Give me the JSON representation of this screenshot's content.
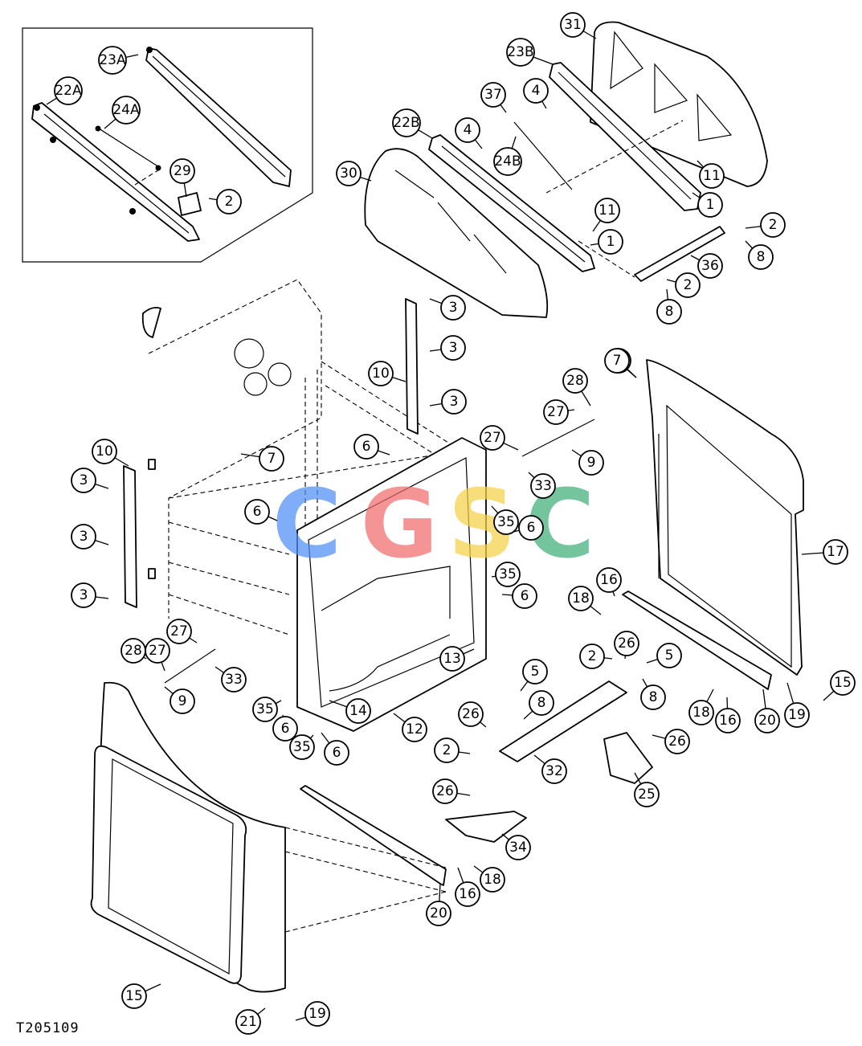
{
  "figure_id": "T205109",
  "watermark": {
    "letters": [
      "C",
      "G",
      "S",
      "C"
    ],
    "colors": [
      "#4f8ef5",
      "#f06b6b",
      "#f6d049",
      "#3fae7a"
    ]
  },
  "callouts": [
    "23A",
    "22A",
    "24A",
    "29",
    "2",
    "31",
    "23B",
    "37",
    "4",
    "22B",
    "4",
    "24B",
    "30",
    "11",
    "1",
    "11",
    "1",
    "2",
    "8",
    "36",
    "2",
    "8",
    "3",
    "3",
    "10",
    "3",
    "7",
    "28",
    "27",
    "6",
    "27",
    "9",
    "33",
    "10",
    "3",
    "3",
    "3",
    "6",
    "35",
    "6",
    "35",
    "6",
    "13",
    "12",
    "14",
    "35",
    "6",
    "35",
    "6",
    "7",
    "27",
    "28",
    "27",
    "9",
    "33",
    "16",
    "18",
    "17",
    "2",
    "26",
    "5",
    "8",
    "5",
    "8",
    "26",
    "2",
    "32",
    "26",
    "25",
    "26",
    "34",
    "18",
    "16",
    "20",
    "7",
    "15",
    "18",
    "16",
    "20",
    "19",
    "15",
    "21",
    "19"
  ]
}
